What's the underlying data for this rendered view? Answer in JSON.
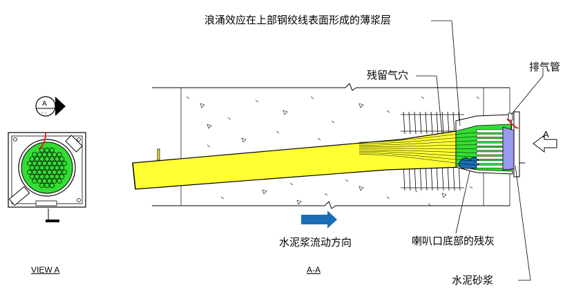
{
  "labels": {
    "top_callout": "浪涌效应在上部钢绞线表面形成的薄浆层",
    "residual_bubble": "残留气穴",
    "vent_pipe": "排气管",
    "flow_direction": "水泥浆流动方向",
    "residual_ash": "喇叭口底部的残灰",
    "cement_mortar": "水泥砂浆"
  },
  "captions": {
    "view_a": "VIEW A",
    "section_aa": "A-A"
  },
  "markers": {
    "section_letter": "A",
    "arrow_letter": "A"
  },
  "colors": {
    "duct_yellow": "#ffff33",
    "grout_green": "#33dd33",
    "vent_red": "#dd2222",
    "flow_arrow_blue": "#1a6eb5",
    "strand_purple": "#9999ee"
  }
}
